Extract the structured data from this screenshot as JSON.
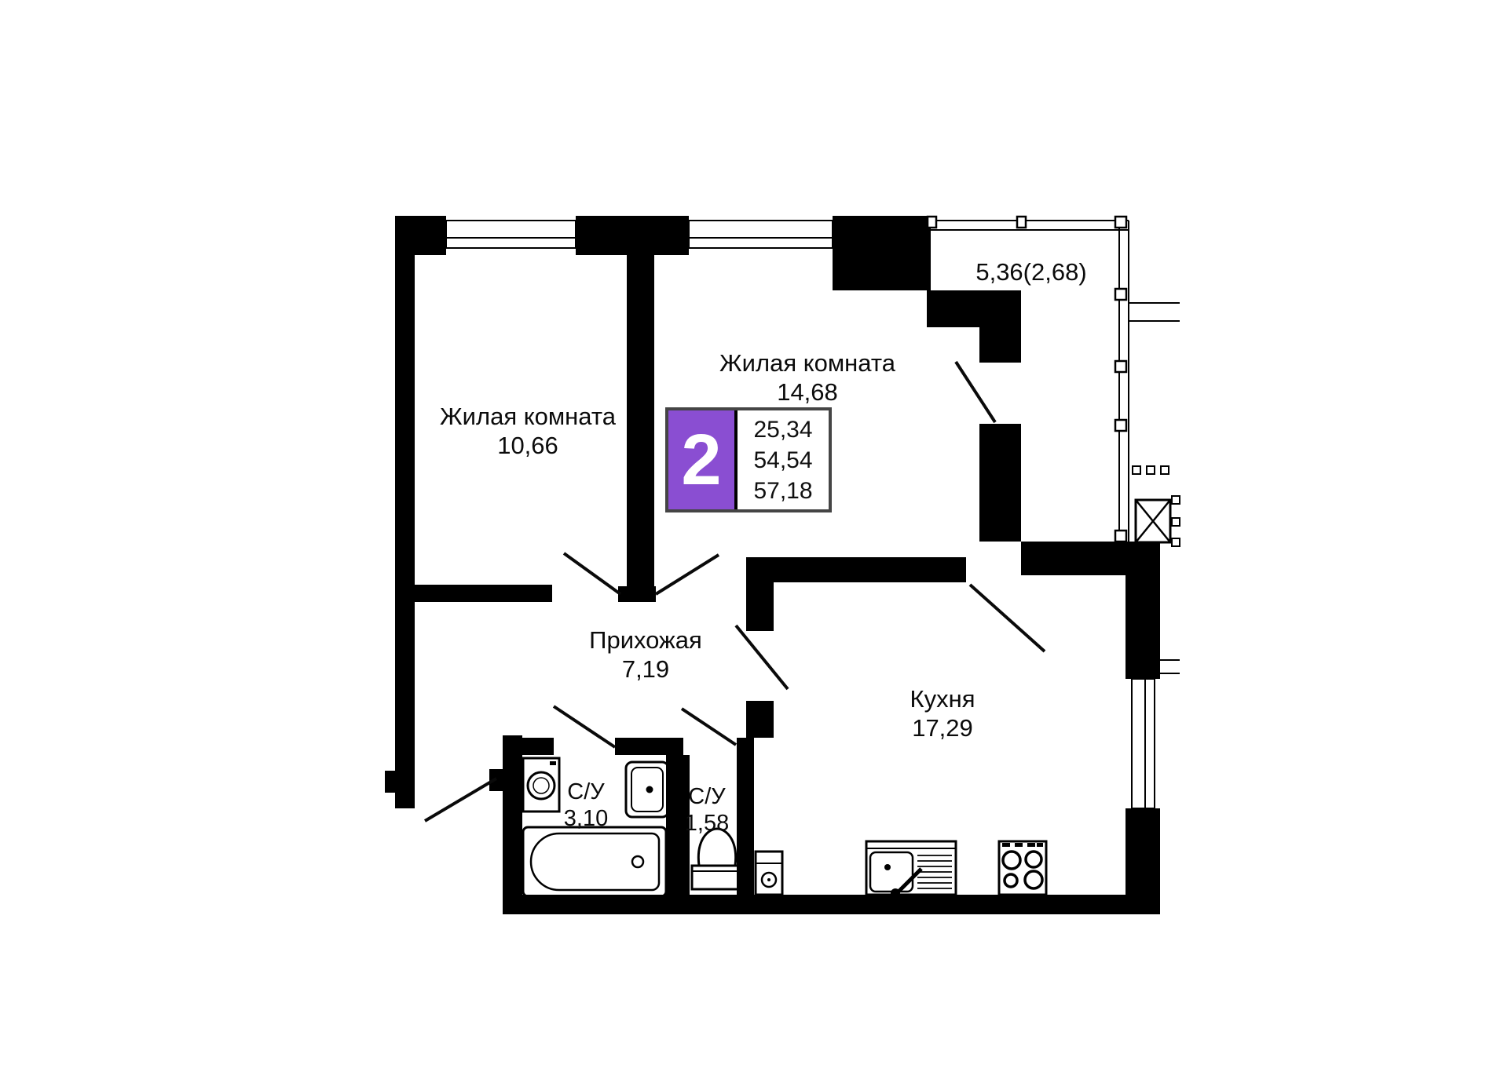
{
  "plan": {
    "title": "2-room apartment floor plan",
    "type_badge": {
      "rooms_count": "2",
      "area_values": [
        "25,34",
        "54,54",
        "57,18"
      ],
      "color": "#8a4ed2"
    },
    "rooms": [
      {
        "id": "living1",
        "name": "Жилая комната",
        "area": "10,66"
      },
      {
        "id": "living2",
        "name": "Жилая комната",
        "area": "14,68"
      },
      {
        "id": "hallway",
        "name": "Прихожая",
        "area": "7,19"
      },
      {
        "id": "kitchen",
        "name": "Кухня",
        "area": "17,29"
      },
      {
        "id": "bathroom1",
        "name": "С/У",
        "area": "3,10"
      },
      {
        "id": "bathroom2",
        "name": "С/У",
        "area": "1,58"
      },
      {
        "id": "balcony",
        "name": "",
        "area": "5,36(2,68)"
      }
    ],
    "fixtures": [
      "washing-machine",
      "sink",
      "bathtub",
      "toilet",
      "kitchen-sink",
      "stove",
      "air-conditioner"
    ],
    "colors": {
      "walls": "#000000",
      "accent": "#8a4ed2",
      "background": "#ffffff"
    }
  }
}
